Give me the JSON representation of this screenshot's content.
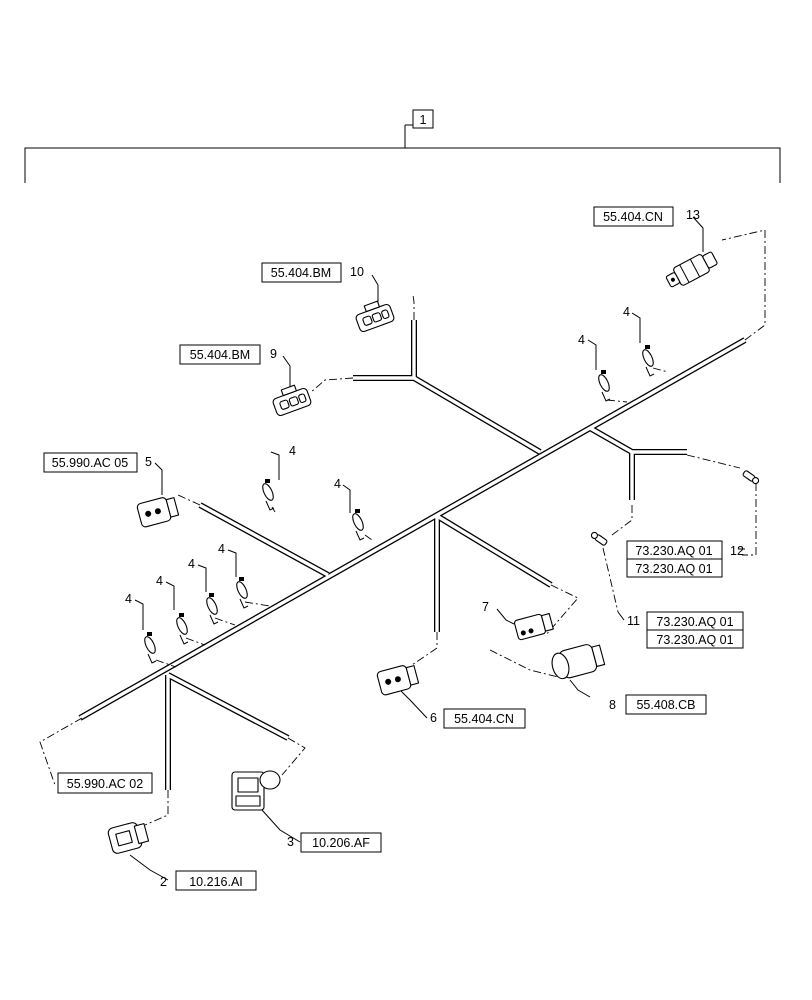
{
  "assembly_callout": "1",
  "callouts": {
    "c2": "2",
    "c3": "3",
    "c4": "4",
    "c5": "5",
    "c6": "6",
    "c7": "7",
    "c8": "8",
    "c9": "9",
    "c10": "10",
    "c11": "11",
    "c12": "12",
    "c13": "13"
  },
  "refs": {
    "r13": "55.404.CN",
    "r10": "55.404.BM",
    "r9": "55.404.BM",
    "r5": "55.990.AC 05",
    "r12a": "73.230.AQ 01",
    "r12b": "73.230.AQ 01",
    "r11a": "73.230.AQ 01",
    "r11b": "73.230.AQ 01",
    "r6": "55.404.CN",
    "r8": "55.408.CB",
    "rleft": "55.990.AC 02",
    "r3": "10.206.AF",
    "r2": "10.216.AI"
  }
}
